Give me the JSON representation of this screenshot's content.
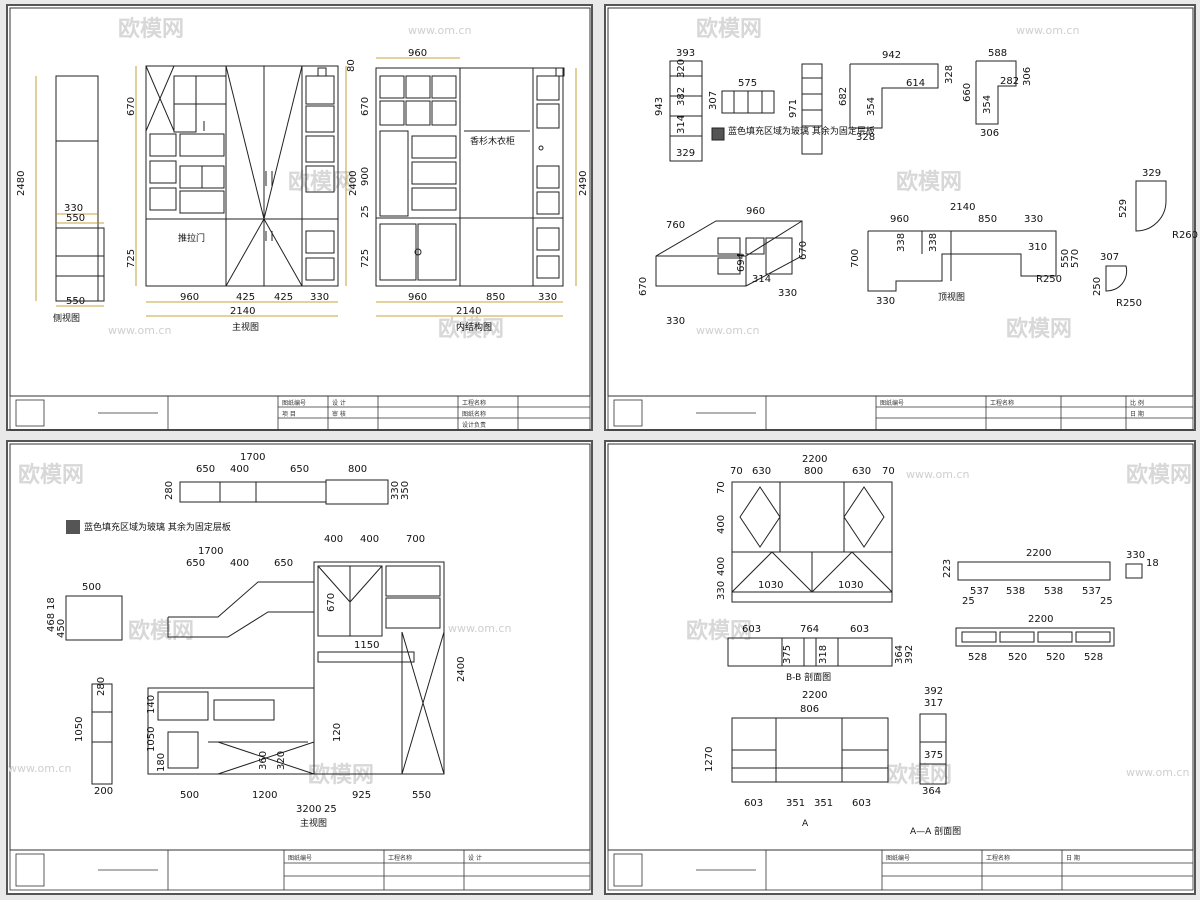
{
  "watermark": {
    "brand": "欧模网",
    "url": "www.om.cn"
  },
  "sheet1": {
    "side_label": "侧视图",
    "main_label": "主视图",
    "inner_label": "内结构图",
    "door_note": "推拉门",
    "rail_note": "香杉木衣柜",
    "dims": {
      "side_h": "2480",
      "side_w1": "330",
      "side_w2": "550",
      "side_w3": "550",
      "m_top": "670",
      "m_h": "2400",
      "m_mid": "900",
      "m_25": "25",
      "m_bot": "725",
      "m_80": "80",
      "m_w1": "960",
      "m_w2": "425",
      "m_w3": "425",
      "m_w4": "330",
      "m_total": "2140",
      "i_top": "960",
      "i_h": "2490",
      "i_w1": "960",
      "i_w2": "850",
      "i_w3": "330",
      "i_total": "2140"
    }
  },
  "sheet2": {
    "top_label": "顶视图",
    "note": "蓝色填充区域为玻璃 其余为固定层板",
    "dims": {
      "a_393": "393",
      "a_943": "943",
      "a_320": "320",
      "a_382": "382",
      "a_314": "314",
      "a_329": "329",
      "b_575": "575",
      "b_307": "307",
      "c_971": "971",
      "d_942": "942",
      "d_614": "614",
      "d_328a": "328",
      "d_682": "682",
      "d_354": "354",
      "d_328b": "328",
      "e_588": "588",
      "e_306a": "306",
      "e_282": "282",
      "e_660": "660",
      "e_354": "354",
      "e_306b": "306",
      "f_960": "960",
      "f_760": "760",
      "f_670a": "670",
      "f_694": "694",
      "f_314": "314",
      "f_670b": "670",
      "f_330a": "330",
      "f_330b": "330",
      "g_2140": "2140",
      "g_960": "960",
      "g_850": "850",
      "g_330": "330",
      "g_700": "700",
      "g_338a": "338",
      "g_338b": "338",
      "g_310": "310",
      "g_550": "550",
      "g_570": "570",
      "g_330b": "330",
      "g_r": "R250",
      "h_329": "329",
      "h_529": "529",
      "h_r": "R260",
      "i_307": "307",
      "i_250": "250",
      "i_r": "R250"
    }
  },
  "sheet3": {
    "main_label": "主视图",
    "note": "蓝色填充区域为玻璃 其余为固定层板",
    "dims": {
      "t_1700": "1700",
      "t_650a": "650",
      "t_400": "400",
      "t_650b": "650",
      "t_800": "800",
      "t_280": "280",
      "t_330": "330",
      "t_350": "350",
      "m_1700": "1700",
      "m_650a": "650",
      "m_400a": "400",
      "m_650b": "650",
      "m_400b": "400",
      "m_400c": "400",
      "m_700": "700",
      "m_670": "670",
      "m_1150": "1150",
      "m_2400": "2400",
      "m_120": "120",
      "s_500": "500",
      "s_18": "18",
      "s_468": "468",
      "s_450": "450",
      "v_280": "280",
      "v_1050": "1050",
      "v_200": "200",
      "b_500": "500",
      "b_1200": "1200",
      "b_925": "925",
      "b_550": "550",
      "b_3200": "3200",
      "b_25": "25",
      "b_140": "140",
      "b_1050": "1050",
      "b_180": "180",
      "b_360": "360",
      "b_320": "320"
    }
  },
  "sheet4": {
    "bb_label": "B-B 剖面图",
    "aa_label": "A—A 剖面图",
    "a_mark": "A",
    "dims": {
      "w_2200": "2200",
      "w_70a": "70",
      "w_630a": "630",
      "w_800": "800",
      "w_630b": "630",
      "w_70b": "70",
      "h_70": "70",
      "h_400a": "400",
      "h_400b": "400",
      "h_330": "330",
      "w_1030a": "1030",
      "w_1030b": "1030",
      "r1_2200": "2200",
      "r1_537a": "537",
      "r1_538a": "538",
      "r1_538b": "538",
      "r1_537b": "537",
      "r1_25a": "25",
      "r1_25b": "25",
      "r1_223": "223",
      "r1_330": "330",
      "r1_18": "18",
      "r2_2200": "2200",
      "r2_528a": "528",
      "r2_520a": "520",
      "r2_520b": "520",
      "r2_528b": "528",
      "bb_603a": "603",
      "bb_764": "764",
      "bb_603b": "603",
      "bb_375": "375",
      "bb_318": "318",
      "bb_364": "364",
      "bb_392": "392",
      "f_2200": "2200",
      "f_806": "806",
      "f_1270": "1270",
      "f_603a": "603",
      "f_351a": "351",
      "f_351b": "351",
      "f_603b": "603",
      "aa_392": "392",
      "aa_317": "317",
      "aa_364": "364",
      "aa_375": "375"
    }
  },
  "titleblock": {
    "c1": "图纸编号",
    "c2": "项 目",
    "c3": "设 计",
    "c4": "审 核",
    "c5": "工程名称",
    "c6": "图纸名称",
    "c7": "比 例",
    "c8": "日 期",
    "c9": "设计负责"
  }
}
